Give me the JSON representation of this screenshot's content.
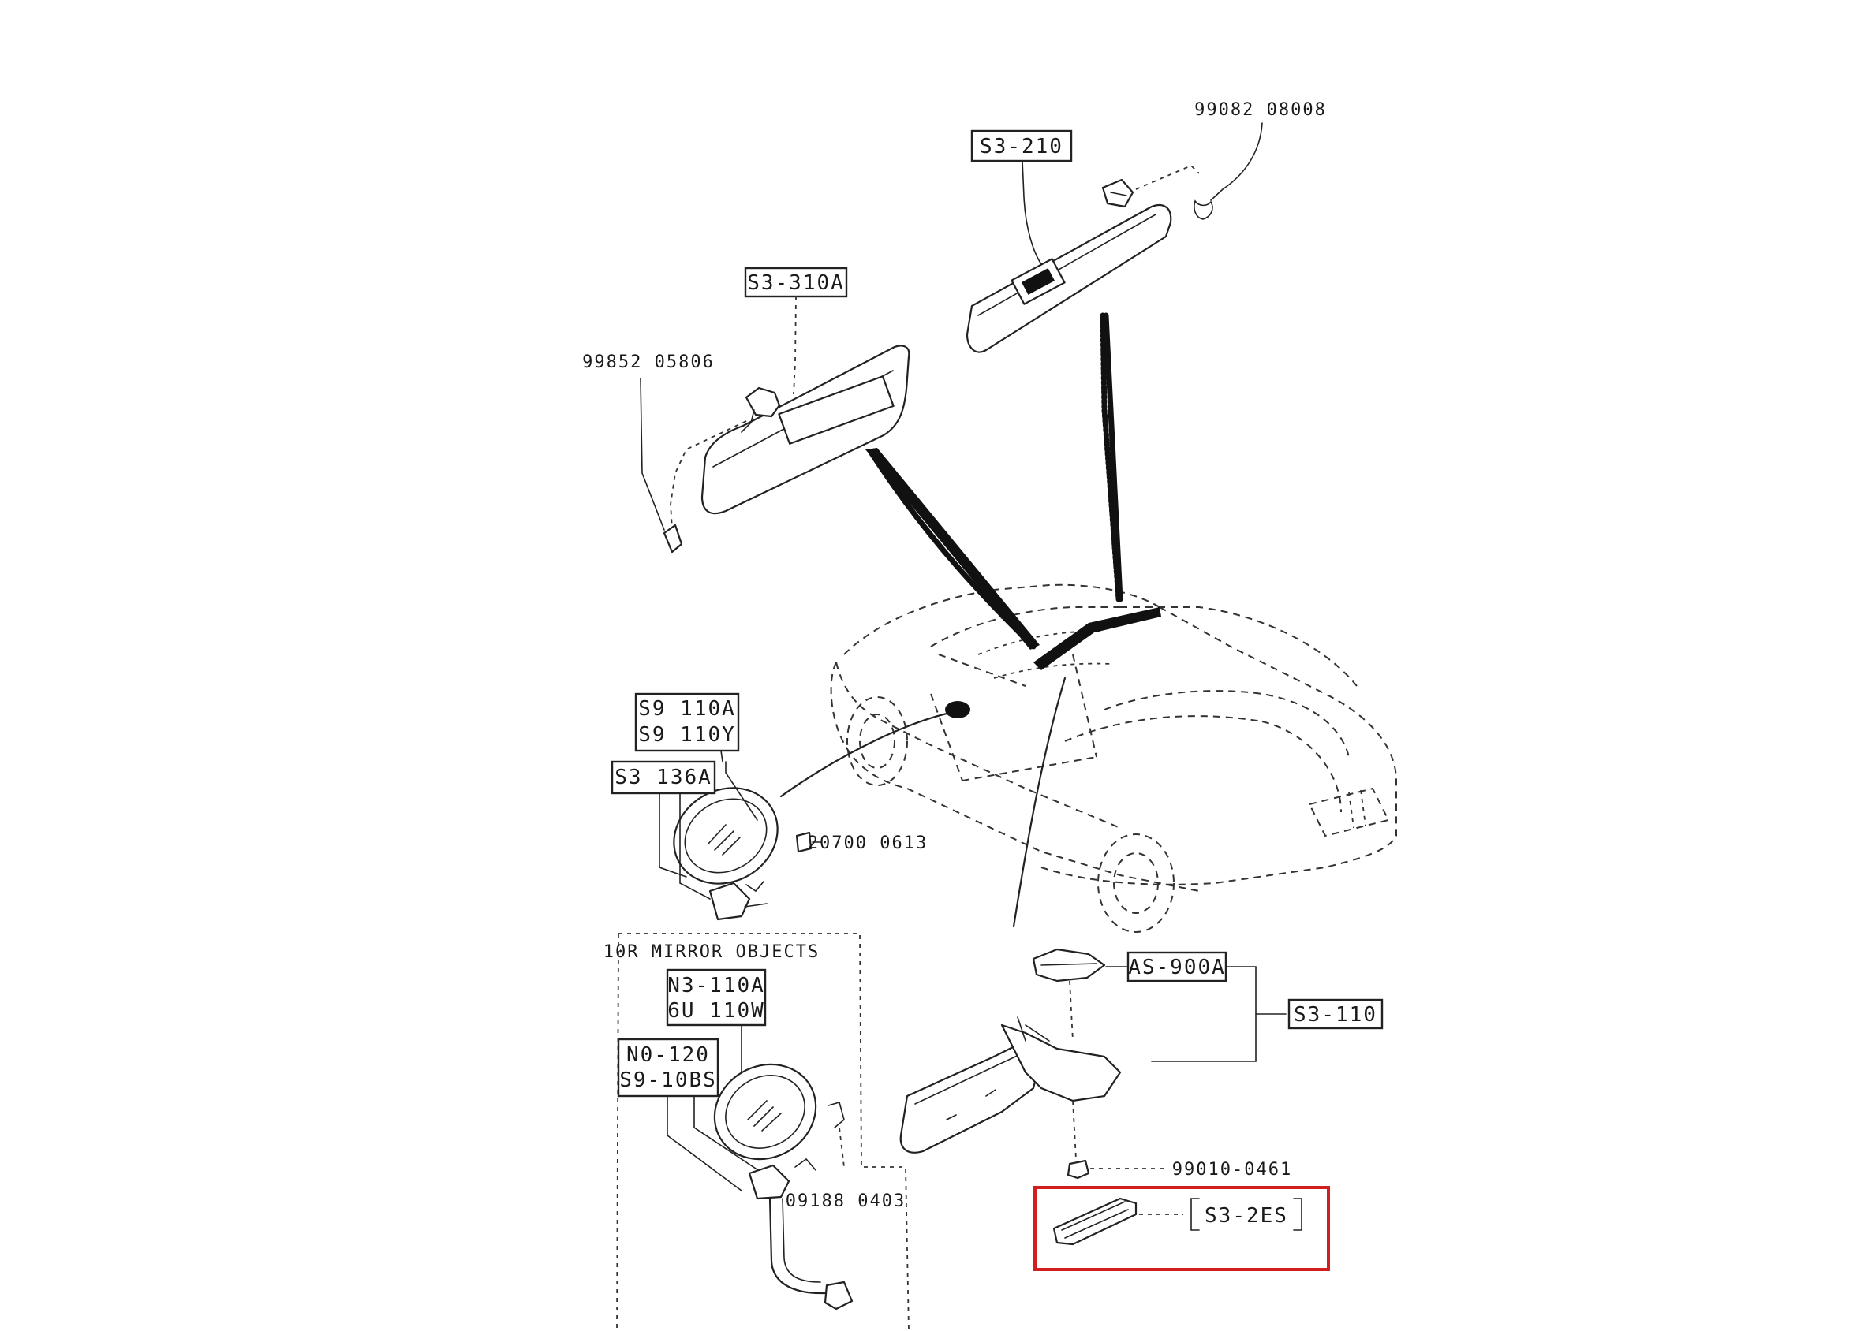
{
  "labels": {
    "sunvisor_right": "S3-210",
    "sunvisor_left": "S3-310A",
    "screw_top_right": "99082 08008",
    "screw_left": "99852 05806",
    "outer_mirror_1": "S9 110A",
    "outer_mirror_2": "S9 110Y",
    "outer_mirror_glass": "S3 136A",
    "outer_mirror_screw": "20700 0613",
    "mirror_section_title": "10R MIRROR OBJECTS",
    "obj_mirror_1": "N3-110A",
    "obj_mirror_2": "6U 110W",
    "obj_glass_1": "N0-120",
    "obj_glass_2": "S9-10BS",
    "obj_screw": "09188 0403",
    "inner_mirror_part": "AS-900A",
    "inner_mirror_assy": "S3-110",
    "inner_mirror_screw": "99010-0461",
    "highlighted_part": "S3-2ES"
  },
  "colors": {
    "line": "#222222",
    "highlight": "#d21e1e",
    "background": "#ffffff"
  }
}
